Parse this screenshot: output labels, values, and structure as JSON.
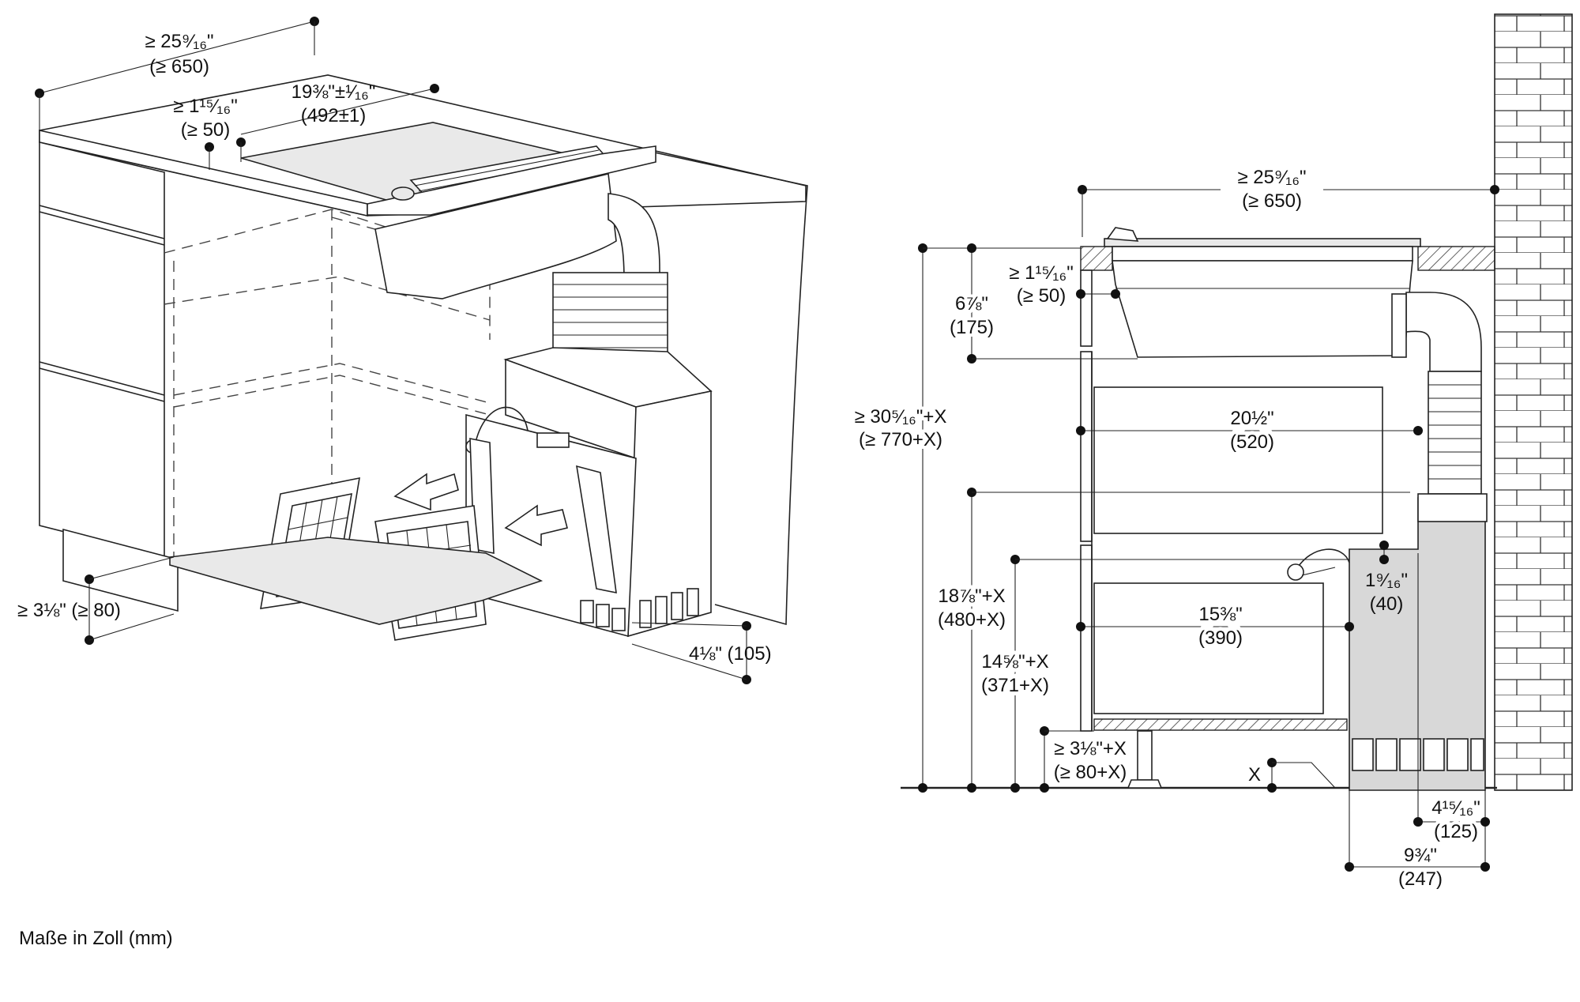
{
  "footer": {
    "units_note": "Maße in Zoll (mm)"
  },
  "left_view": {
    "depth_in": "≥ 25⁹⁄₁₆\"",
    "depth_mm": "(≥ 650)",
    "gap_front_in": "≥ 1¹⁵⁄₁₆\"",
    "gap_front_mm": "(≥ 50)",
    "cutout_in": "19⅜\"±¹⁄₁₆\"",
    "cutout_mm": "(492±1)",
    "plinth_gap": "≥ 3⅛\" (≥ 80)",
    "filter_depth": "4⅛\" (105)"
  },
  "right_view": {
    "depth_in": "≥ 25⁹⁄₁₆\"",
    "depth_mm": "(≥ 650)",
    "gap_front_in": "≥ 1¹⁵⁄₁₆\"",
    "gap_front_mm": "(≥ 50)",
    "hob_height_in": "6⅞\"",
    "hob_height_mm": "(175)",
    "total_height_in": "≥ 30⁵⁄₁₆\"+X",
    "total_height_mm": "(≥ 770+X)",
    "drawer1_in": "20½\"",
    "drawer1_mm": "(520)",
    "h1_in": "18⅞\"+X",
    "h1_mm": "(480+X)",
    "h2_in": "14⅝\"+X",
    "h2_mm": "(371+X)",
    "drawer2_in": "15⅜\"",
    "drawer2_mm": "(390)",
    "cable_in": "1⁹⁄₁₆\"",
    "cable_mm": "(40)",
    "plinth_in": "≥ 3⅛\"+X",
    "plinth_mm": "(≥ 80+X)",
    "x_label": "X",
    "filter_in": "4¹⁵⁄₁₆\"",
    "filter_mm": "(125)",
    "unit_in": "9¾\"",
    "unit_mm": "(247)"
  }
}
